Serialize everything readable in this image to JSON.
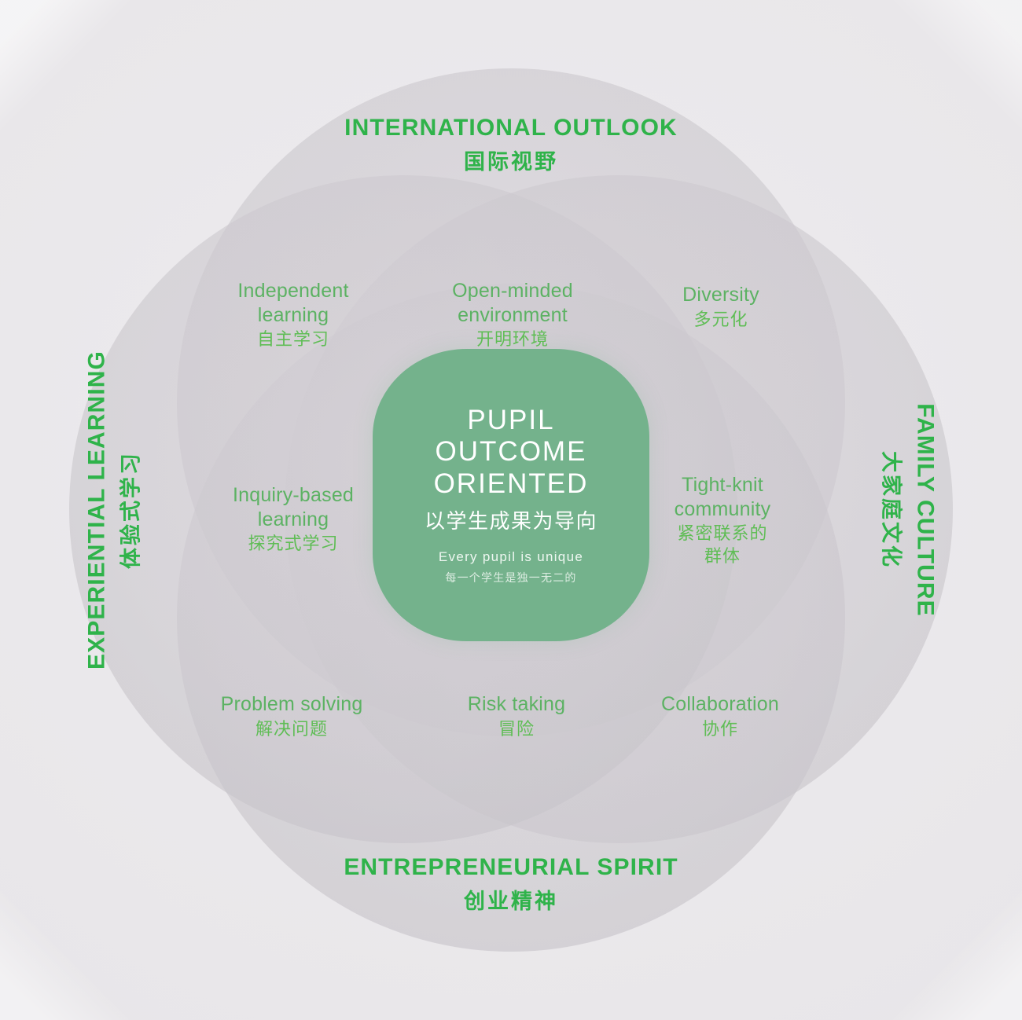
{
  "diagram": {
    "type": "venn-four-circle",
    "background_color": "#ebe9ec",
    "accent_green": "#2fb34a",
    "label_green": "#5cb263",
    "core_fill": "#74b28c",
    "circle_fill": "#dedcdf"
  },
  "core": {
    "title_en": "PUPIL\nOUTCOME\nORIENTED",
    "title_line1": "PUPIL",
    "title_line2": "OUTCOME",
    "title_line3": "ORIENTED",
    "title_cn": "以学生成果为导向",
    "subtitle_en": "Every pupil is unique",
    "subtitle_cn": "每一个学生是独一无二的"
  },
  "axes": [
    {
      "id": "international-outlook",
      "position": "top",
      "en": "INTERNATIONAL OUTLOOK",
      "cn": "国际视野"
    },
    {
      "id": "family-culture",
      "position": "right",
      "en": "FAMILY CULTURE",
      "cn": "大家庭文化"
    },
    {
      "id": "entrepreneurial-spirit",
      "position": "bottom",
      "en": "ENTREPRENEURIAL SPIRIT",
      "cn": "创业精神"
    },
    {
      "id": "experiential-learning",
      "position": "left",
      "en": "EXPERIENTIAL LEARNING",
      "cn": "体验式学习"
    }
  ],
  "attributes": [
    {
      "id": "independent-learning",
      "en_line1": "Independent",
      "en_line2": "learning",
      "cn_line1": "自主学习",
      "cn_line2": ""
    },
    {
      "id": "open-minded-environment",
      "en_line1": "Open-minded",
      "en_line2": "environment",
      "cn_line1": "开明环境",
      "cn_line2": ""
    },
    {
      "id": "diversity",
      "en_line1": "Diversity",
      "en_line2": "",
      "cn_line1": "多元化",
      "cn_line2": ""
    },
    {
      "id": "inquiry-based-learning",
      "en_line1": "Inquiry-based",
      "en_line2": "learning",
      "cn_line1": "探究式学习",
      "cn_line2": ""
    },
    {
      "id": "tight-knit-community",
      "en_line1": "Tight-knit",
      "en_line2": "community",
      "cn_line1": "紧密联系的",
      "cn_line2": "群体"
    },
    {
      "id": "problem-solving",
      "en_line1": "Problem solving",
      "en_line2": "",
      "cn_line1": "解决问题",
      "cn_line2": ""
    },
    {
      "id": "risk-taking",
      "en_line1": "Risk taking",
      "en_line2": "",
      "cn_line1": "冒险",
      "cn_line2": ""
    },
    {
      "id": "collaboration",
      "en_line1": "Collaboration",
      "en_line2": "",
      "cn_line1": "协作",
      "cn_line2": ""
    }
  ]
}
